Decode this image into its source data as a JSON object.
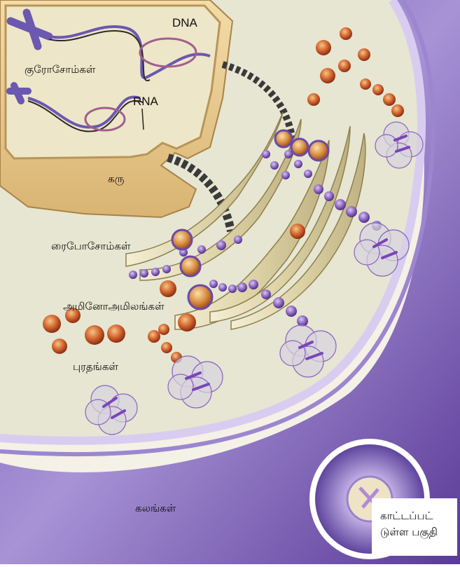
{
  "labels": {
    "chromosomes": "குரோசோம்கள்",
    "dna": "DNA",
    "rna": "RNA",
    "nucleus": "கரு",
    "ribosomes": "ரைபோசோம்கள்",
    "amino_acids": "அமினோஅமிலங்கள்",
    "proteins": "புரதங்கள்",
    "cells": "கலங்கள்"
  },
  "inset": {
    "line1": "காட்டப்பட்",
    "line2": "டுள்ள பகுதி"
  },
  "colors": {
    "cytoplasm": "#e6e6d2",
    "nucleus": "#e9cf93",
    "membrane": "#7d5bb0",
    "membrane_light": "#c7b9e6",
    "ribosome": "#b94a2a",
    "amino_acid_bead": "#8a64c0",
    "er": "#eae2bf"
  }
}
